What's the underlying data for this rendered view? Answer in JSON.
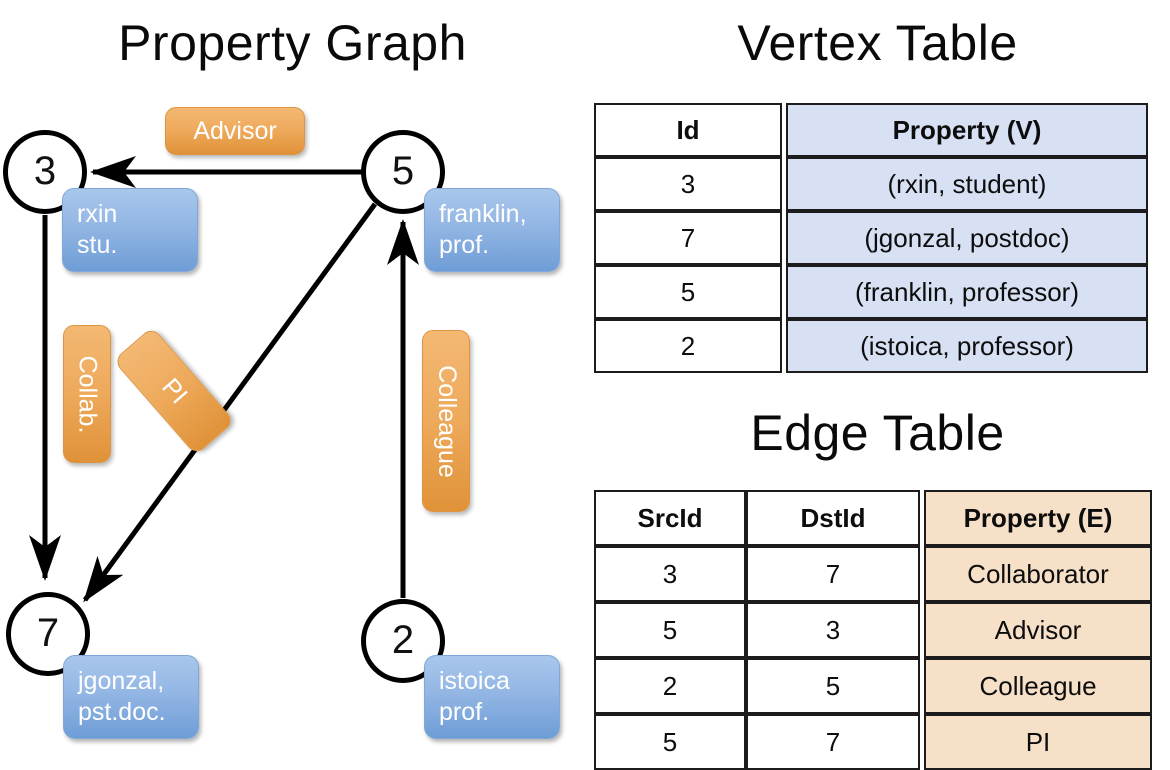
{
  "titles": {
    "property_graph": "Property Graph",
    "vertex_table": "Vertex Table",
    "edge_table": "Edge Table"
  },
  "graph": {
    "nodes": [
      {
        "id": "3",
        "property_lines": [
          "rxin",
          "stu."
        ]
      },
      {
        "id": "5",
        "property_lines": [
          "franklin,",
          "prof."
        ]
      },
      {
        "id": "7",
        "property_lines": [
          "jgonzal,",
          "pst.doc."
        ]
      },
      {
        "id": "2",
        "property_lines": [
          "istoica",
          "prof."
        ]
      }
    ],
    "edge_labels": [
      {
        "name": "advisor",
        "text": "Advisor"
      },
      {
        "name": "collab",
        "text": "Collab."
      },
      {
        "name": "pi",
        "text": "PI"
      },
      {
        "name": "colleague",
        "text": "Colleague"
      }
    ]
  },
  "vertex_table": {
    "headers": [
      "Id",
      "Property (V)"
    ],
    "rows": [
      [
        "3",
        "(rxin, student)"
      ],
      [
        "7",
        "(jgonzal, postdoc)"
      ],
      [
        "5",
        "(franklin, professor)"
      ],
      [
        "2",
        "(istoica, professor)"
      ]
    ]
  },
  "edge_table": {
    "headers": [
      "SrcId",
      "DstId",
      "Property (E)"
    ],
    "rows": [
      [
        "3",
        "7",
        "Collaborator"
      ],
      [
        "5",
        "3",
        "Advisor"
      ],
      [
        "2",
        "5",
        "Colleague"
      ],
      [
        "5",
        "7",
        "PI"
      ]
    ]
  },
  "colors": {
    "vertex_property_fill": "#d7e1f3",
    "edge_property_fill": "#f7e0c8",
    "node_box_blue": "#93b6e4",
    "edge_label_orange": "#eeaa5c",
    "stroke": "#000000",
    "background": "#ffffff"
  }
}
